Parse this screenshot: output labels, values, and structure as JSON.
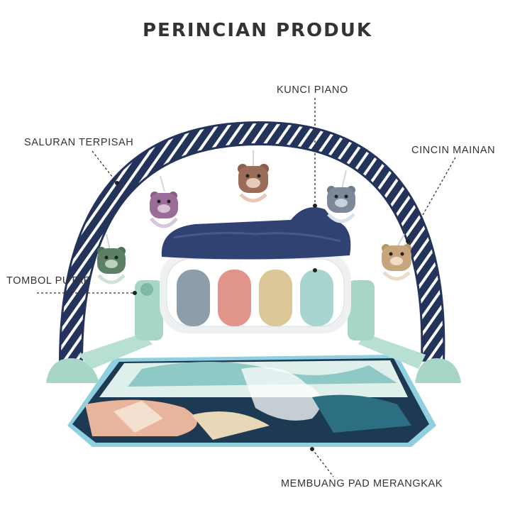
{
  "title": "PERINCIAN PRODUK",
  "labels": {
    "piano_keys": "KUNCI PIANO",
    "separate_channel": "SALURAN TERPISAH",
    "toy_ring": "CINCIN MAINAN",
    "rotary_button": "TOMBOL PUTAR",
    "removable_pad": "MEMBUANG PAD MERANGKAK"
  },
  "colors": {
    "arch_navy": "#23335c",
    "arch_stripe": "#ffffff",
    "base_mint": "#a8d6c6",
    "piano_top": "#2f4272",
    "key_blue": "#8d9eaa",
    "key_pink": "#e0948a",
    "key_yellow": "#dcc896",
    "key_mint": "#a9d5d1",
    "mat_teal": "#2d6f82",
    "mat_navy": "#1d3a52"
  },
  "icons": [
    "purple-bear-toy-icon",
    "brown-bear-toy-icon",
    "grey-bear-toy-icon",
    "green-bear-toy-icon",
    "tan-bear-toy-icon"
  ]
}
